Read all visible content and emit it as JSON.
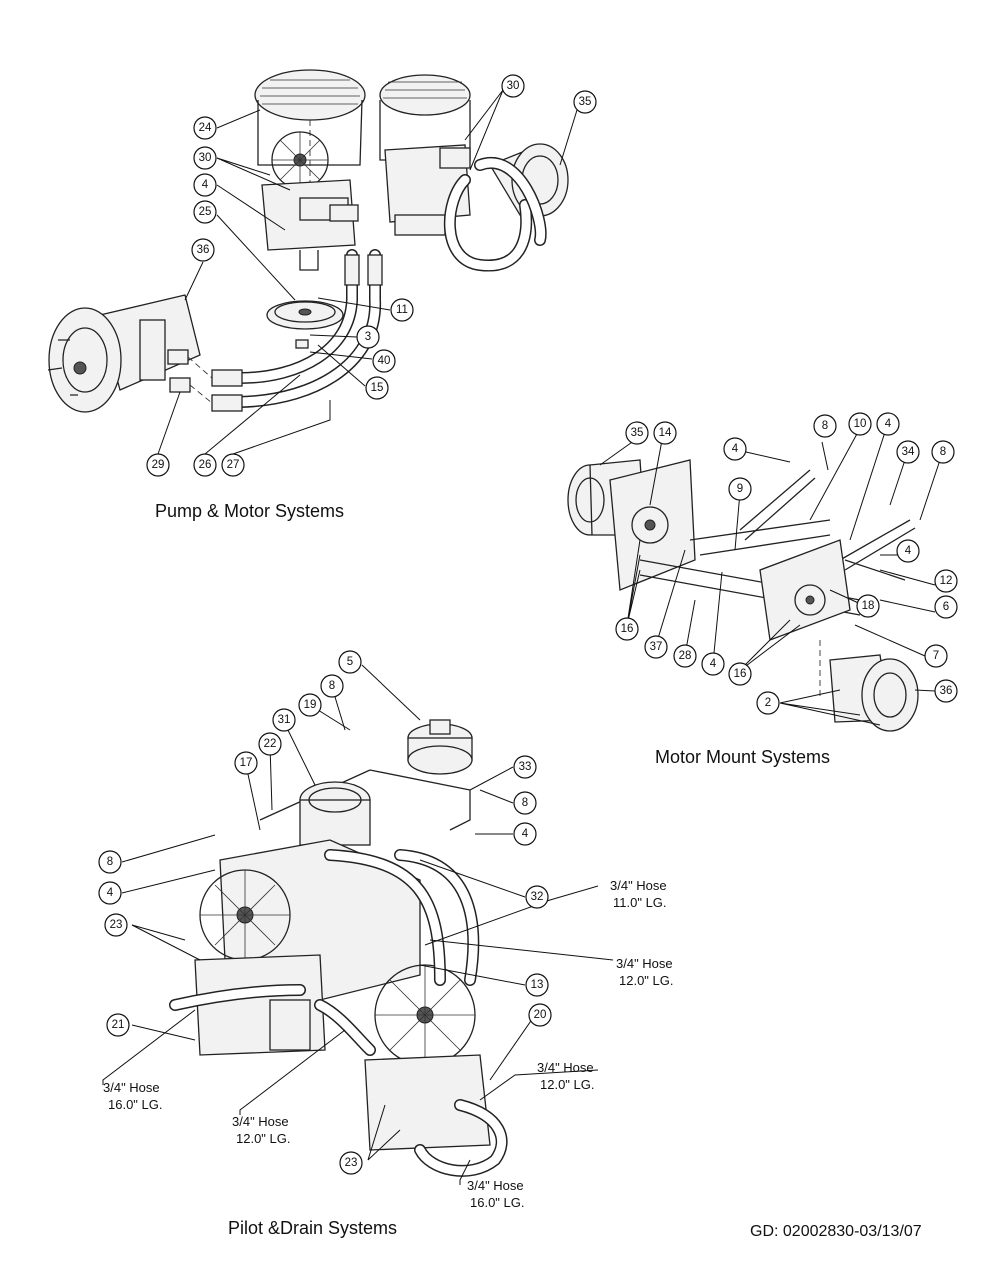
{
  "sections": {
    "pump_motor": {
      "title": "Pump & Motor Systems"
    },
    "motor_mount": {
      "title": "Motor Mount Systems"
    },
    "pilot_drain": {
      "title": "Pilot &Drain Systems"
    }
  },
  "drawing_code": "GD: 02002830-03/13/07",
  "hose_notes": [
    {
      "size": "3/4\" Hose",
      "length": "11.0\" LG."
    },
    {
      "size": "3/4\" Hose",
      "length": "12.0\" LG."
    },
    {
      "size": "3/4\" Hose",
      "length": "12.0\" LG."
    },
    {
      "size": "3/4\" Hose",
      "length": "16.0\" LG."
    },
    {
      "size": "3/4\" Hose",
      "length": "12.0\" LG."
    },
    {
      "size": "3/4\" Hose",
      "length": "16.0\" LG."
    }
  ],
  "callouts": {
    "pump_motor": [
      "24",
      "30",
      "4",
      "25",
      "36",
      "30",
      "35",
      "11",
      "3",
      "40",
      "15",
      "29",
      "26",
      "27"
    ],
    "motor_mount": [
      "35",
      "14",
      "4",
      "8",
      "10",
      "4",
      "34",
      "8",
      "9",
      "12",
      "4",
      "6",
      "18",
      "7",
      "16",
      "37",
      "28",
      "4",
      "16",
      "36",
      "2"
    ],
    "pilot_drain": [
      "5",
      "8",
      "19",
      "31",
      "22",
      "17",
      "33",
      "8",
      "4",
      "8",
      "4",
      "32",
      "23",
      "13",
      "21",
      "20",
      "23"
    ]
  }
}
